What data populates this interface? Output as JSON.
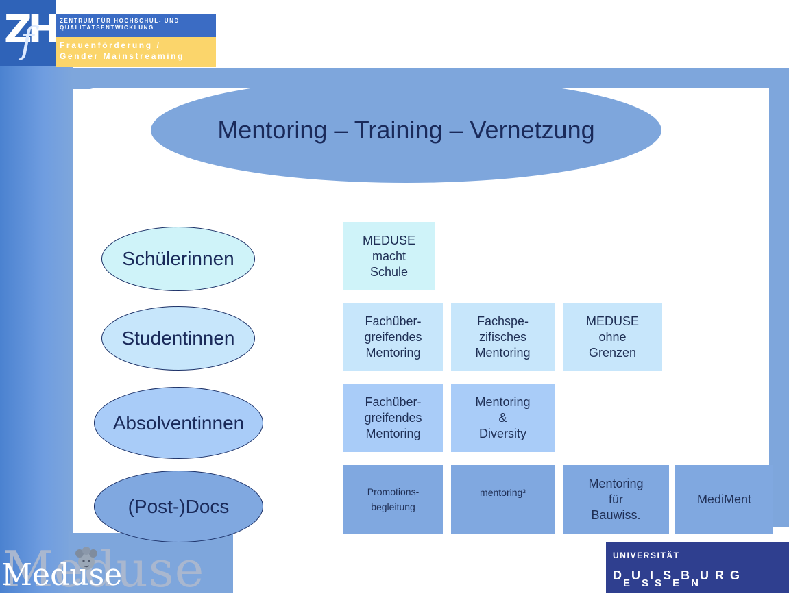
{
  "header": {
    "logo_letters": "ZH",
    "logo_f": "f",
    "institute_line1": "ZENTRUM FÜR HOCHSCHUL- UND",
    "institute_line2": "QUALITÄTSENTWICKLUNG",
    "unit_line1": "Frauenförderung /",
    "unit_line2": "Gender Mainstreaming"
  },
  "title": "Mentoring – Training – Vernetzung",
  "groups": [
    {
      "label": "Schülerinnen",
      "color": "#cff3f9"
    },
    {
      "label": "Studentinnen",
      "color": "#c7e6fb"
    },
    {
      "label": "Absolventinnen",
      "color": "#a9ccf8"
    },
    {
      "label": "(Post-)Docs",
      "color": "#80a8e0"
    }
  ],
  "programs": {
    "schuelerinnen": [
      {
        "lines": [
          "MEDUSE",
          "macht",
          "Schule"
        ]
      }
    ],
    "studentinnen": [
      {
        "lines": [
          "Fachüber-",
          "greifendes",
          "Mentoring"
        ]
      },
      {
        "lines": [
          "Fachspe-",
          "zifisches",
          "Mentoring"
        ]
      },
      {
        "lines": [
          "MEDUSE",
          "ohne",
          "Grenzen"
        ]
      }
    ],
    "absolventinnen": [
      {
        "lines": [
          "Fachüber-",
          "greifendes",
          "Mentoring"
        ]
      },
      {
        "lines": [
          "Mentoring",
          "&",
          "Diversity"
        ]
      }
    ],
    "postdocs": [
      {
        "lines": [
          "Promotions-",
          "begleitung"
        ]
      },
      {
        "text": "mentoring³"
      },
      {
        "lines": [
          "Mentoring",
          "für",
          "Bauwiss."
        ]
      },
      {
        "text": "MediMent"
      }
    ]
  },
  "footer": {
    "meduse_logo": "Meduse",
    "university_label": "UNIVERSITÄT",
    "university_name": "DUISBURG ESSEN"
  }
}
